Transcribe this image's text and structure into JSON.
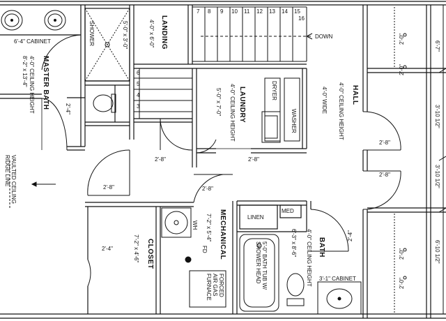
{
  "rooms": {
    "master_bath": {
      "name": "MASTER BATH",
      "ceiling": "4'-0\" CEILING HEIGHT",
      "size": "8'-2\" x 13'-4\""
    },
    "landing": {
      "name": "LANDING",
      "size": "4'-0\" x 6'-0\""
    },
    "laundry": {
      "name": "LAUNDRY",
      "ceiling": "4'-0\" CEILING HEIGHT",
      "size": "5'-0\" x 7'-0\""
    },
    "hall": {
      "name": "HALL",
      "ceiling": "4'-0\" CEILING HEIGHT",
      "size": "4'-0\" WIDE"
    },
    "closet": {
      "name": "CLOSET",
      "size": "7'-2\" x 4'-6\""
    },
    "mechanical": {
      "name": "MECHANICAL",
      "size": "7'-2\" x 5'-4\""
    },
    "bath": {
      "name": "BATH",
      "ceiling": "4'-0\" CEILING HEIGHT",
      "size": "6'-3\" x 8'-6\""
    }
  },
  "fixtures": {
    "cabinet_master": "6'-4\" CABINET",
    "shower": "SHOWER",
    "shower_size": "5'-0\" x 3'-0\"",
    "down": "DOWN",
    "dryer": "DRYER",
    "washer": "WASHER",
    "linen": "LINEN",
    "med": "MED",
    "tub": "5'-0\" BATH TUB W/ SHOWER HEAD",
    "cabinet_bath": "3'-1\" CABINET",
    "furnace": "FORCED AIR GAS FURNACE",
    "wh": "WH",
    "fd": "FD",
    "vaulted": "VAULTED CEILING RIDGE LINE"
  },
  "stairs": [
    "7",
    "8",
    "9",
    "10",
    "11",
    "12",
    "13",
    "14",
    "15",
    "16",
    "6",
    "5",
    "4",
    "3"
  ],
  "dims": {
    "d_24a": "2'-4\"",
    "d_28_laundry": "2'-8\"",
    "d_28_door": "2'-8\"",
    "d_28_closet": "2'-8\"",
    "d_28_mech": "2'-8\"",
    "d_24_closet": "2'-4\"",
    "d_24_bath": "2'-4\"",
    "d_28_hall1": "2'-8\"",
    "d_28_hall2": "2'-8\"",
    "d_20a": "2'-0\"",
    "d_20b": "2'-0\"",
    "d_20c": "2'-0\"",
    "d_20d": "2'-0\"",
    "r_67": "6'-7\"",
    "r_310a": "3'-10 1/2\"",
    "r_310b": "3'-10 1/2\"",
    "r_610": "6'-10 1/2\""
  }
}
